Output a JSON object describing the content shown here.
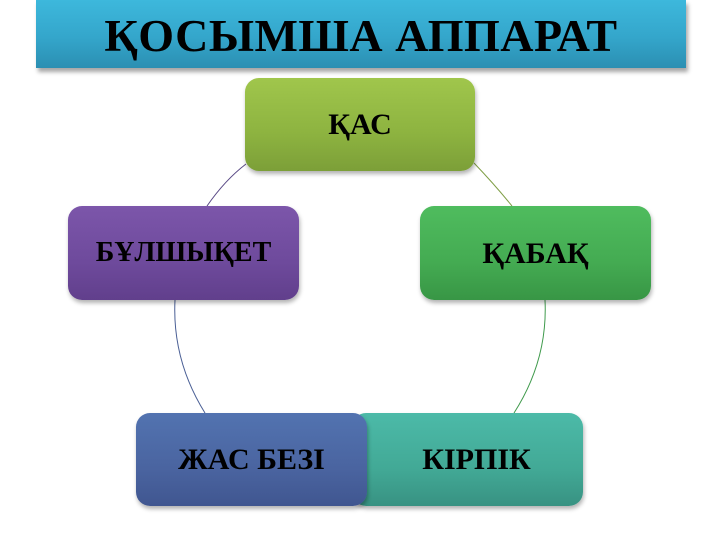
{
  "title": "ҚОСЫМША АППАРАТ",
  "colors": {
    "title_bar": "#34a6cb",
    "node_qas": "#8db340",
    "node_qabaq": "#44ab52",
    "node_kirpik": "#42a996",
    "node_zhas_bezi": "#4a64a0",
    "node_bulshyqet": "#6e4a9c"
  },
  "diagram": {
    "type": "cycle",
    "nodes": [
      {
        "id": "qas",
        "label": "ҚАС"
      },
      {
        "id": "qabaq",
        "label": "ҚАБАҚ"
      },
      {
        "id": "kirpik",
        "label": "КІРПІК"
      },
      {
        "id": "zhas_bezi",
        "label": "ЖАС БЕЗІ"
      },
      {
        "id": "bulshyqet",
        "label": "БҰЛШЫҚЕТ"
      }
    ]
  }
}
